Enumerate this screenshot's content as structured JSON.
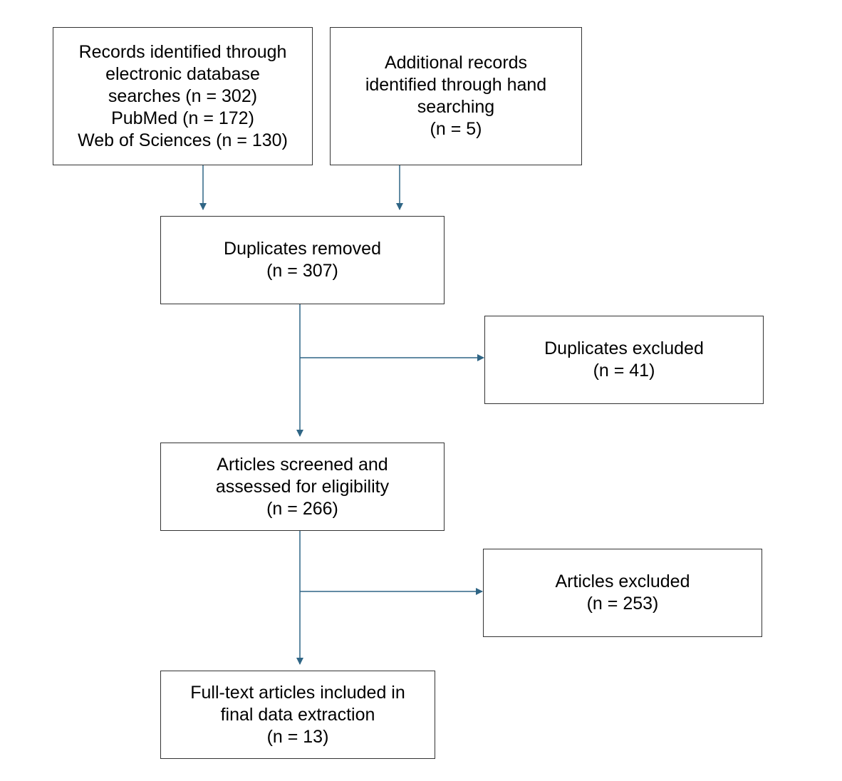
{
  "colors": {
    "arrow": "#2f6585",
    "border": "#333333",
    "text": "#000000",
    "background": "#ffffff"
  },
  "boxes": {
    "database_search": {
      "lines": [
        "Records identified through",
        "electronic database",
        "searches (n = 302)",
        "PubMed (n = 172)",
        "Web of Sciences (n = 130)"
      ]
    },
    "hand_search": {
      "lines": [
        "Additional records",
        "identified through hand",
        "searching",
        "(n = 5)"
      ]
    },
    "duplicates_removed": {
      "lines": [
        "Duplicates removed",
        "(n = 307)"
      ]
    },
    "duplicates_excluded": {
      "lines": [
        "Duplicates excluded",
        "(n = 41)"
      ]
    },
    "screened": {
      "lines": [
        "Articles screened and",
        "assessed for eligibility",
        "(n = 266)"
      ]
    },
    "articles_excluded": {
      "lines": [
        "Articles excluded",
        "(n = 253)"
      ]
    },
    "included": {
      "lines": [
        "Full-text articles included in",
        "final data extraction",
        "(n = 13)"
      ]
    }
  }
}
